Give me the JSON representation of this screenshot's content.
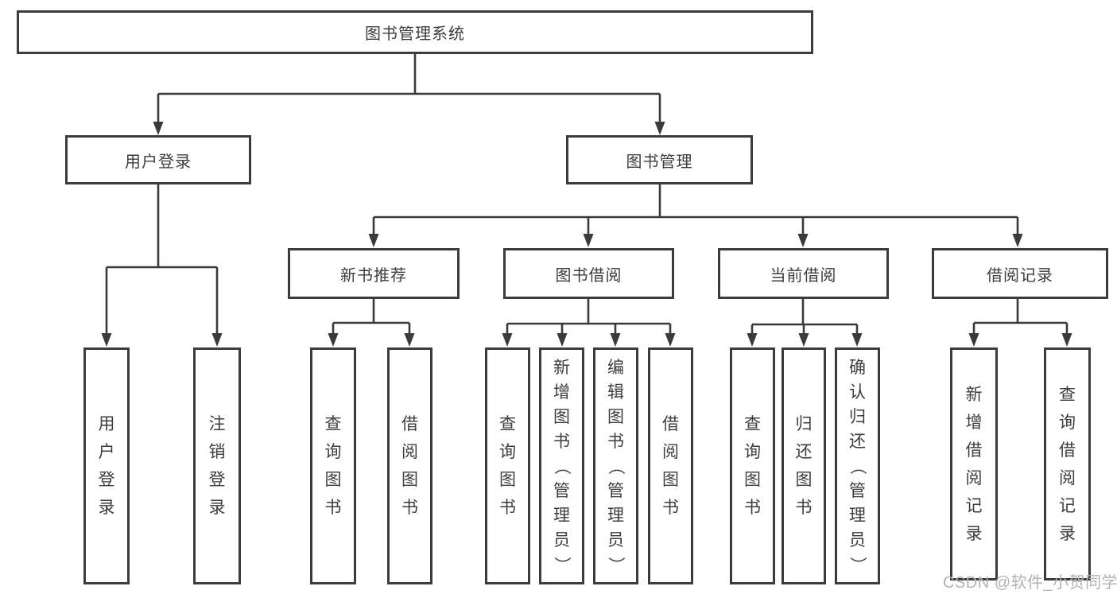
{
  "diagram": {
    "root": {
      "label": "图书管理系统"
    },
    "level2": [
      {
        "label": "用户登录",
        "children": [
          "用户登录",
          "注销登录"
        ]
      },
      {
        "label": "图书管理"
      }
    ],
    "level3": [
      {
        "label": "新书推荐",
        "children": [
          "查询图书",
          "借阅图书"
        ]
      },
      {
        "label": "图书借阅",
        "children": [
          "查询图书",
          "新增图书（管理员）",
          "编辑图书（管理员）",
          "借阅图书"
        ]
      },
      {
        "label": "当前借阅",
        "children": [
          "查询图书",
          "归还图书",
          "确认归还（管理员）"
        ]
      },
      {
        "label": "借阅记录",
        "children": [
          "新增借阅记录",
          "查询借阅记录"
        ]
      }
    ]
  },
  "watermark": {
    "text": "CSDN @软件_小贺同学"
  },
  "colors": {
    "line": "#3a3a3a",
    "box_border": "#3c3c3c",
    "text": "#3d3d3d",
    "watermark": "#b5b2b2",
    "background": "#ffffff"
  }
}
